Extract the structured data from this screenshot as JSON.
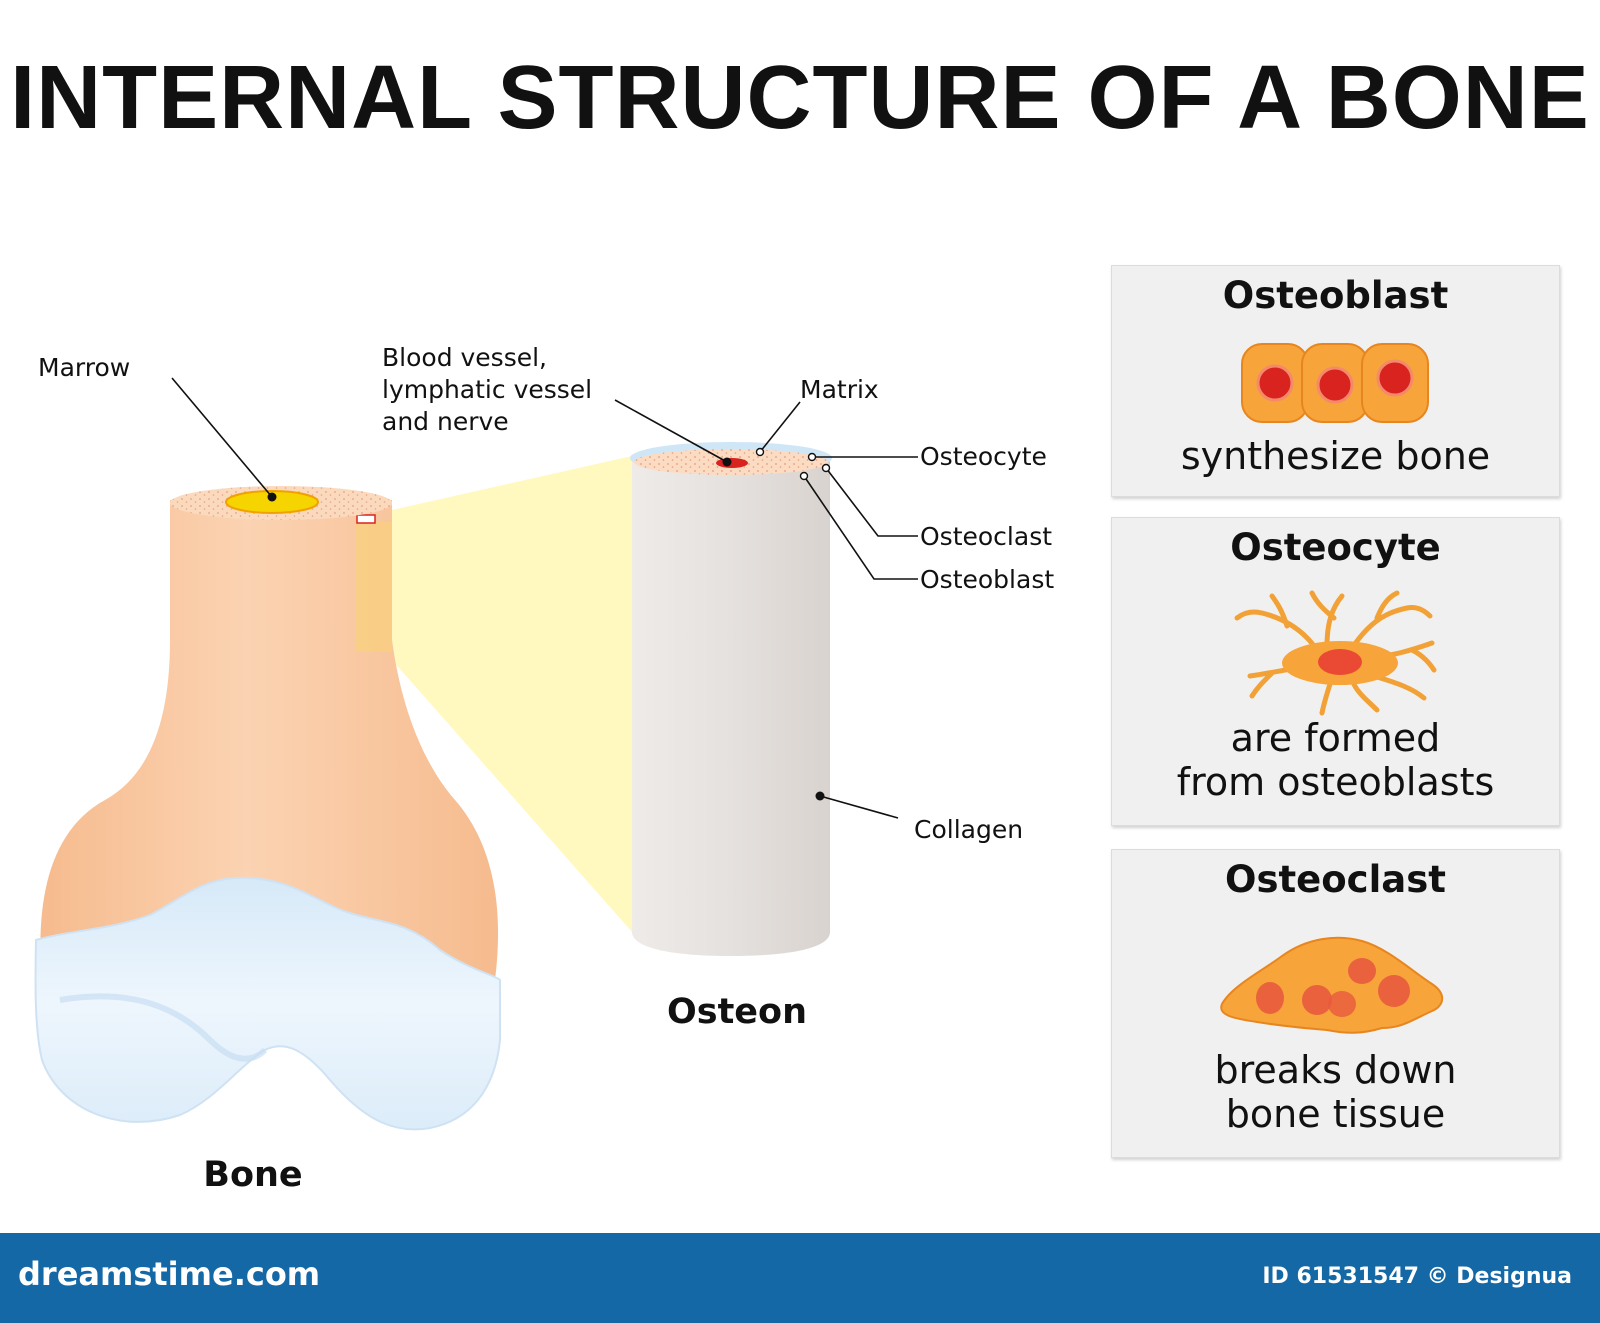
{
  "title": "INTERNAL STRUCTURE OF A BONE",
  "labels": {
    "marrow": "Marrow",
    "vessel_line1": "Blood vessel,",
    "vessel_line2": "lymphatic vessel",
    "vessel_line3": "and nerve",
    "matrix": "Matrix",
    "osteocyte": "Osteocyte",
    "osteoclast": "Osteoclast",
    "osteoblast": "Osteoblast",
    "collagen": "Collagen",
    "osteon": "Osteon",
    "bone": "Bone"
  },
  "cards": [
    {
      "title": "Osteoblast",
      "lines": [
        "synthesize bone"
      ],
      "icon": "osteoblast-cells-icon"
    },
    {
      "title": "Osteocyte",
      "lines": [
        "are formed",
        "from osteoblasts"
      ],
      "icon": "osteocyte-cell-icon"
    },
    {
      "title": "Osteoclast",
      "lines": [
        "breaks down",
        "bone tissue"
      ],
      "icon": "osteoclast-cell-icon"
    }
  ],
  "footer": {
    "brand": "dreamstime.com",
    "credit": "ID 61531547 © Designua"
  },
  "colors": {
    "bone": "#f8c398",
    "cartilage": "#e0eefa",
    "marrow": "#f5d400",
    "highlight": "#fff7b0",
    "osteon": "#e4dfdc",
    "cell_orange": "#f7a43a",
    "nucleus": "#d9231f",
    "footer": "#1468a5"
  }
}
